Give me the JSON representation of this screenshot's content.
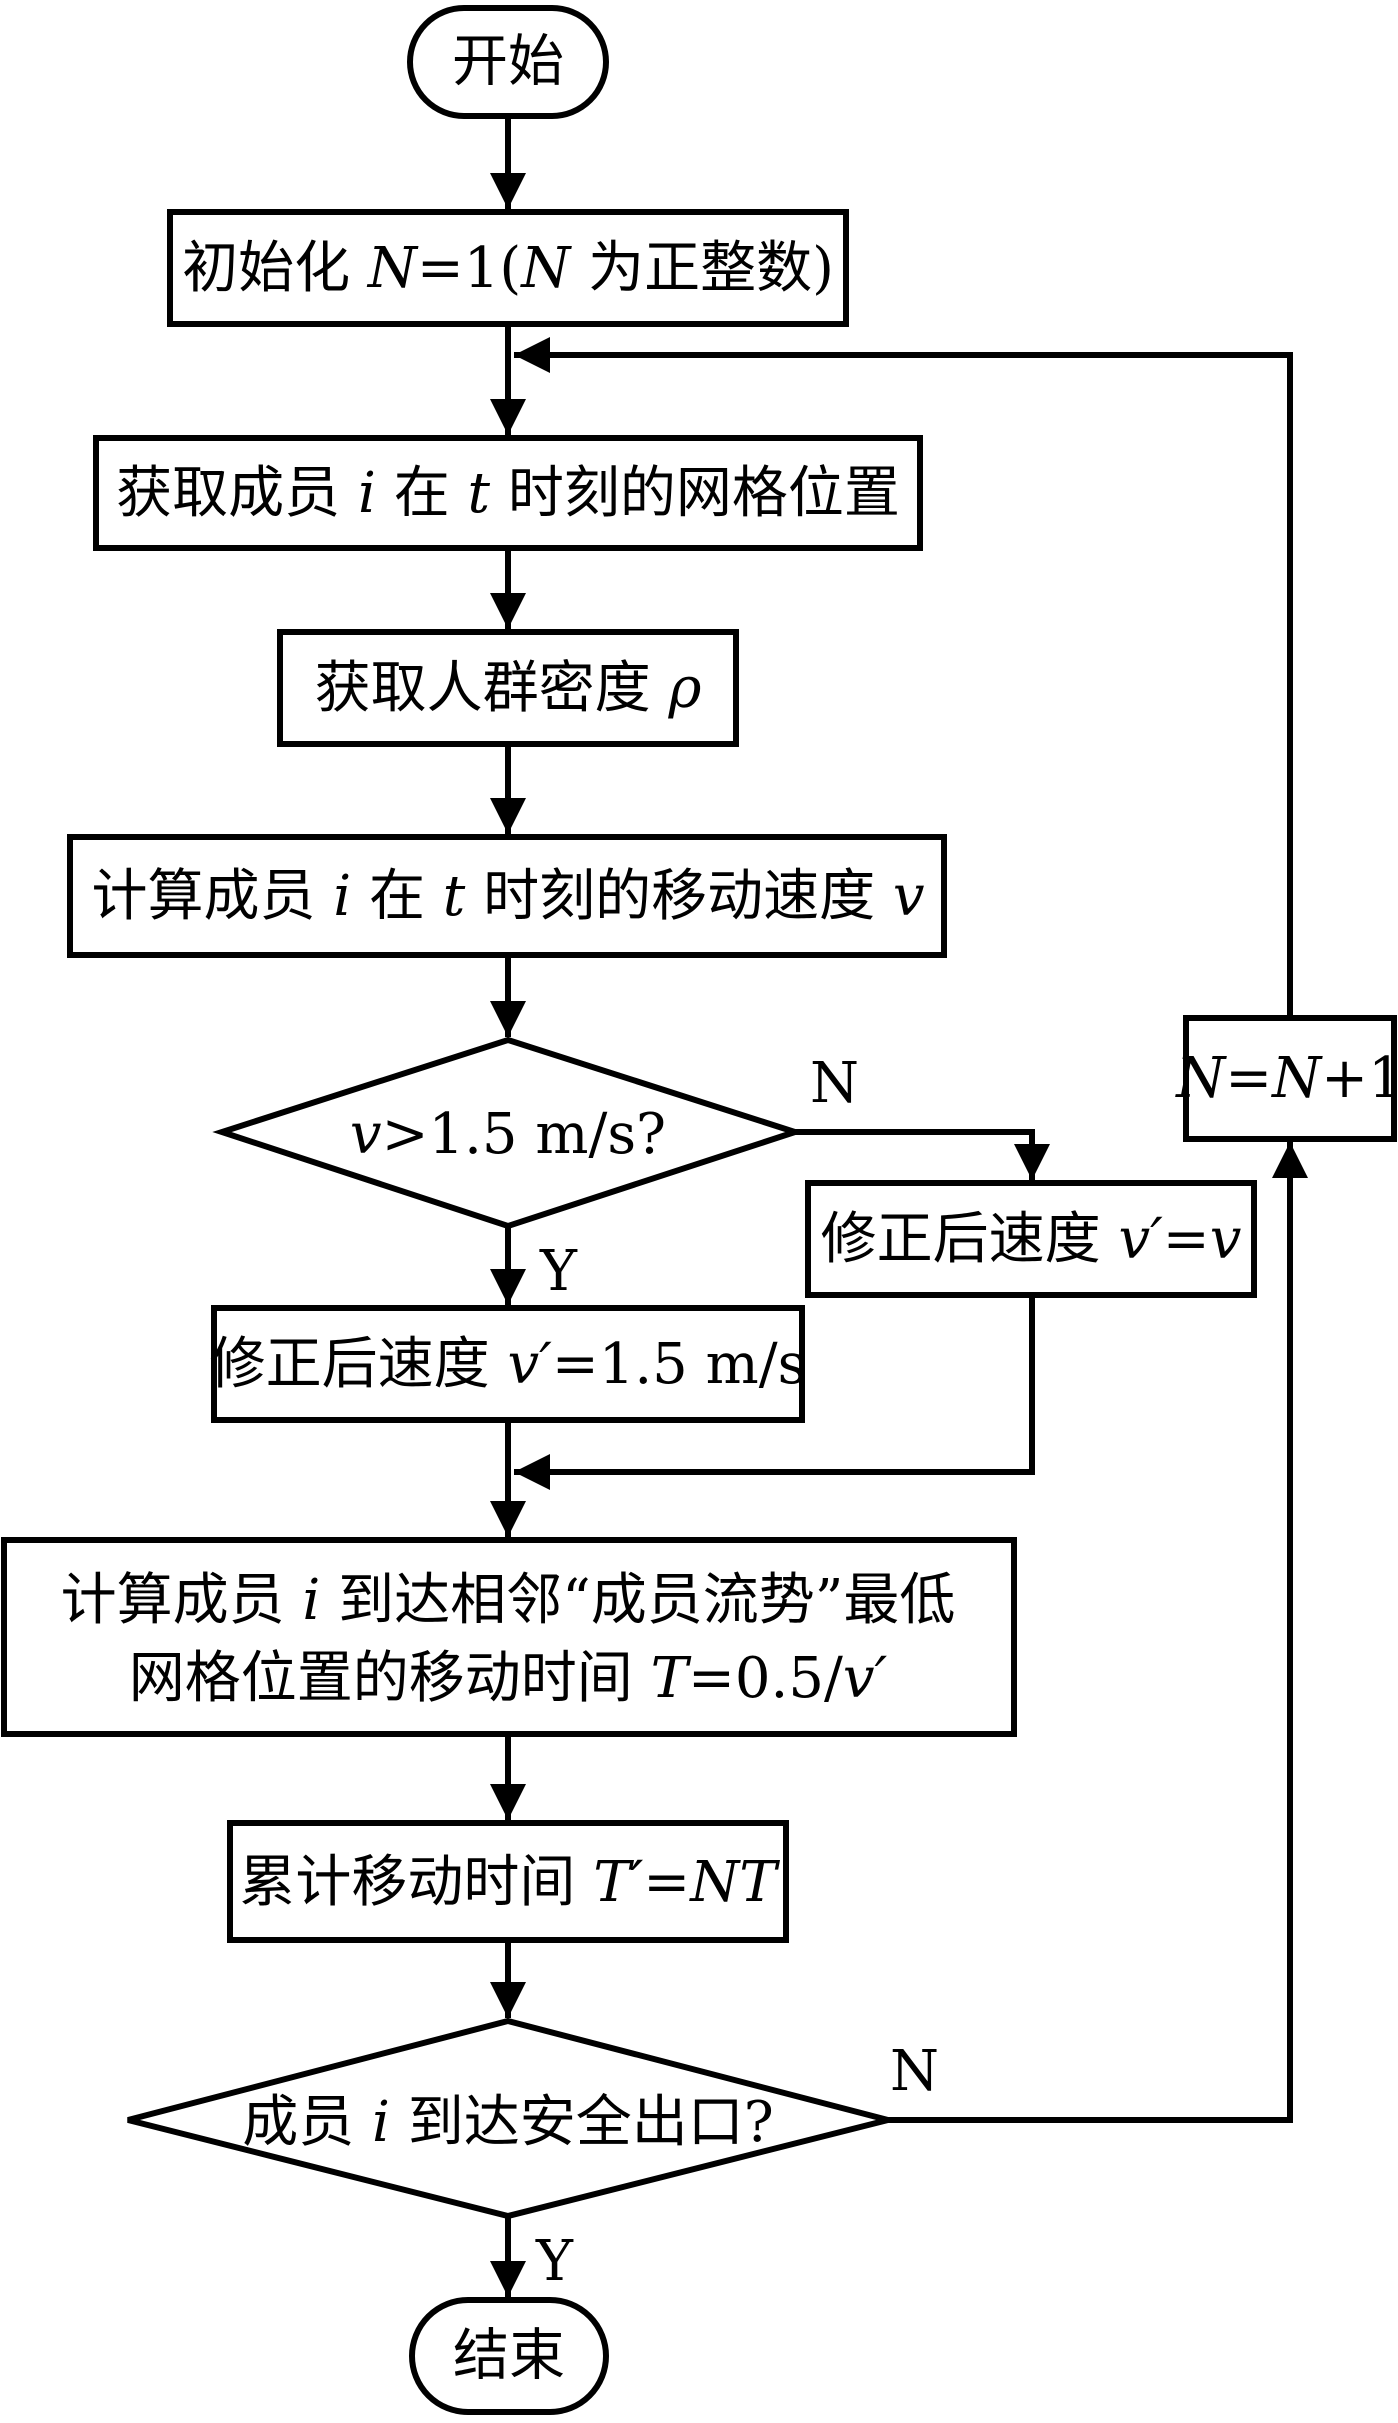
{
  "nodes": {
    "start": {
      "label": "开始"
    },
    "init": {
      "pre": "初始化 ",
      "v1": "N",
      "mid": "=1(",
      "v2": "N",
      "post": " 为正整数)"
    },
    "getpos": {
      "pre": "获取成员 ",
      "v1": "i",
      "mid": " 在 ",
      "v2": "t",
      "post": " 时刻的网格位置"
    },
    "density": {
      "pre": "获取人群密度 ",
      "v1": "ρ"
    },
    "speed": {
      "pre": "计算成员 ",
      "v1": "i",
      "mid": " 在 ",
      "v2": "t",
      "mid2": " 时刻的移动速度 ",
      "v3": "v"
    },
    "check_speed": {
      "v1": "v",
      "post": ">1.5 m/s?"
    },
    "corr_a": {
      "pre": "修正后速度 ",
      "v1": "v′",
      "post": "=",
      "v2": "v"
    },
    "corr_b": {
      "pre": "修正后速度 ",
      "v1": "v′",
      "post": "=1.5 m/s"
    },
    "time": {
      "line1_pre": "计算成员 ",
      "line1_v": "i",
      "line1_post": " 到达相邻“成员流势”最低",
      "line2_pre": "网格位置的移动时间 ",
      "line2_v1": "T",
      "line2_mid": "=0.5/",
      "line2_v2": "v′"
    },
    "accum": {
      "pre": "累计移动时间 ",
      "v1": "T′",
      "mid": "=",
      "v2": "NT"
    },
    "check_exit": {
      "pre": "成员 ",
      "v1": "i",
      "post": " 到达安全出口?"
    },
    "increment": {
      "v1": "N",
      "mid": "=",
      "v2": "N",
      "post": "+1"
    },
    "end": {
      "label": "结束"
    }
  },
  "edge_labels": {
    "speed_no": "N",
    "speed_yes": "Y",
    "exit_no": "N",
    "exit_yes": "Y"
  }
}
